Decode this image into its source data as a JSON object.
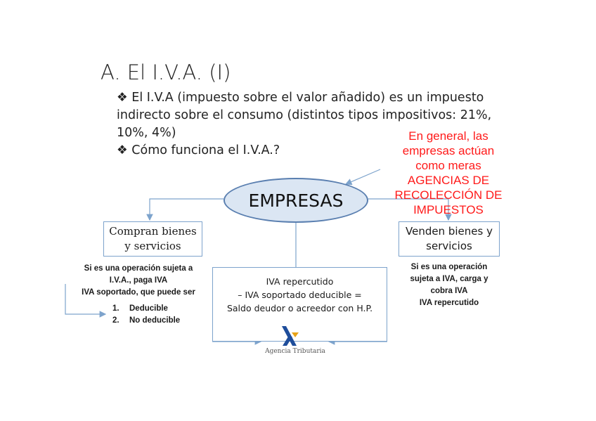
{
  "title": "A. El I.V.A. (I)",
  "bullets": [
    "El I.V.A (impuesto sobre el valor añadido) es un impuesto",
    "indirecto sobre el consumo (distintos tipos impositivos: 21%,",
    "10%, 4%)",
    "Cómo funciona el I.V.A.?"
  ],
  "bullet_symbol": "❖",
  "red_note": [
    "En general, las",
    "empresas actúan",
    "como meras",
    "AGENCIAS DE",
    "RECOLECCIÓN DE",
    "IMPUESTOS"
  ],
  "center_node": "EMPRESAS",
  "left_box": [
    "Compran bienes",
    "y servicios"
  ],
  "right_box": [
    "Venden bienes y",
    "servicios"
  ],
  "left_text": [
    "Si es una operación sujeta a",
    "I.V.A., paga IVA",
    "IVA soportado, que puede ser"
  ],
  "left_list": [
    {
      "n": "1.",
      "label": "Deducible"
    },
    {
      "n": "2.",
      "label": "No deducible"
    }
  ],
  "right_text": [
    "Si es una operación",
    "sujeta a IVA, carga y",
    "cobra IVA",
    "IVA repercutido"
  ],
  "center_box": [
    "IVA repercutido",
    "– IVA soportado deducible =",
    "Saldo deudor o acreedor con H.P."
  ],
  "logo_text": "Agencia Tributaria",
  "colors": {
    "note": "#ff1a1a",
    "ellipse_fill": "#dbe6f3",
    "ellipse_stroke": "#5a7fb0",
    "connector": "#7da3cc",
    "logo_blue": "#1e4d9b",
    "logo_orange": "#e8a317"
  }
}
